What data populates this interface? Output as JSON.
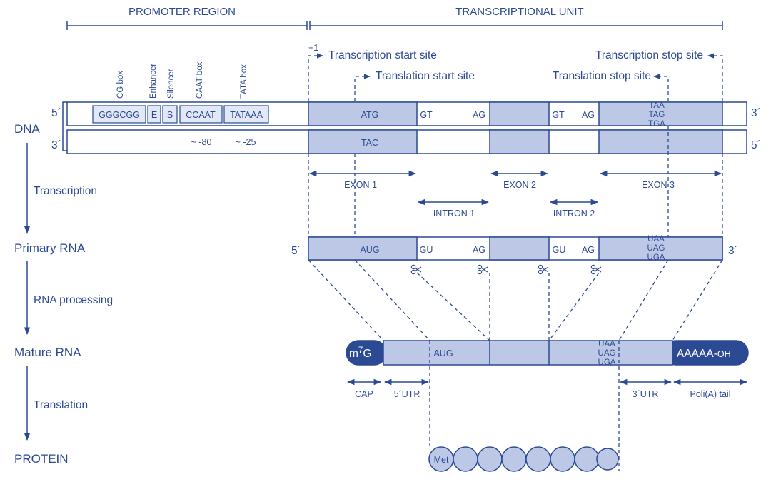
{
  "header": {
    "promoter": "PROMOTER REGION",
    "unit": "TRANSCRIPTIONAL UNIT"
  },
  "sites": {
    "plus_one": "+1",
    "tx_start": "Transcription start site",
    "tl_start": "Translation start site",
    "tx_stop": "Transcription stop site",
    "tl_stop": "Translation stop site"
  },
  "promoter_boxes": {
    "cg_label": "CG box",
    "enhancer_label": "Enhancer",
    "silencer_label": "Silencer",
    "caat_label": "CAAT box",
    "tata_label": "TATA box",
    "cg_seq": "GGGCGG",
    "enhancer_seq": "E",
    "silencer_seq": "S",
    "caat_seq": "CCAAT",
    "tata_seq": "TATAAA",
    "caat_pos": "~ -80",
    "tata_pos": "~ -25"
  },
  "dna": {
    "label": "DNA",
    "top_left": "5´",
    "top_right": "3´",
    "bottom_left": "3´",
    "bottom_right": "5´",
    "start_codon": "ATG",
    "start_anticodon": "TAC",
    "intron1_5": "GT",
    "intron1_3": "AG",
    "intron2_5": "GT",
    "intron2_3": "AG",
    "stop_codons": [
      "TAA",
      "TAG",
      "TGA"
    ]
  },
  "segments": {
    "exon1": "EXON 1",
    "exon2": "EXON 2",
    "exon3": "EXON 3",
    "intron1": "INTRON 1",
    "intron2": "INTRON 2"
  },
  "steps": {
    "transcription": "Transcription",
    "rna_processing": "RNA processing",
    "translation": "Translation"
  },
  "primary_rna": {
    "label": "Primary RNA",
    "left": "5´",
    "right": "3´",
    "start_codon": "AUG",
    "intron1_5": "GU",
    "intron1_3": "AG",
    "intron2_5": "GU",
    "intron2_3": "AG",
    "stop_codons": [
      "UAA",
      "UAG",
      "UGA"
    ]
  },
  "mature_rna": {
    "label": "Mature RNA",
    "cap_base": "m",
    "cap_sup": "7",
    "cap_g": "G",
    "start_codon": "AUG",
    "stop_codons": [
      "UAA",
      "UAG",
      "UGA"
    ],
    "tail": "AAAAA-",
    "tail_oh": "OH"
  },
  "regions": {
    "cap": "CAP",
    "utr5": "5´UTR",
    "utr3": "3´UTR",
    "polya": "Poli(A) tail"
  },
  "protein": {
    "label": "PROTEIN",
    "first": "Met"
  },
  "colors": {
    "ink": "#2c4a94",
    "exon_fill": "#bcc8e6",
    "promoter_fill": "#e2e8f5"
  }
}
